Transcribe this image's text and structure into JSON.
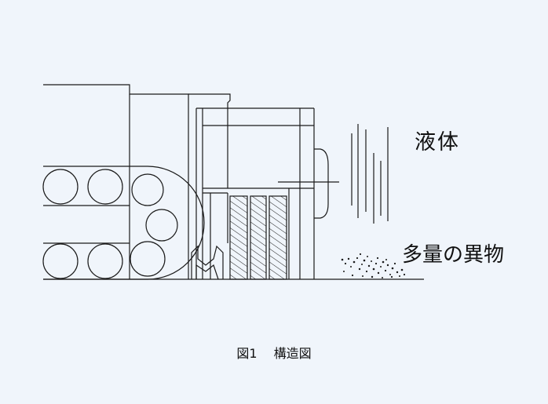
{
  "labels": {
    "liquid": "液体",
    "debris": "多量の異物"
  },
  "caption": {
    "number": "図1",
    "title": "構造図"
  },
  "colors": {
    "background": "#f0f5fb",
    "line": "#1a1a1a"
  }
}
